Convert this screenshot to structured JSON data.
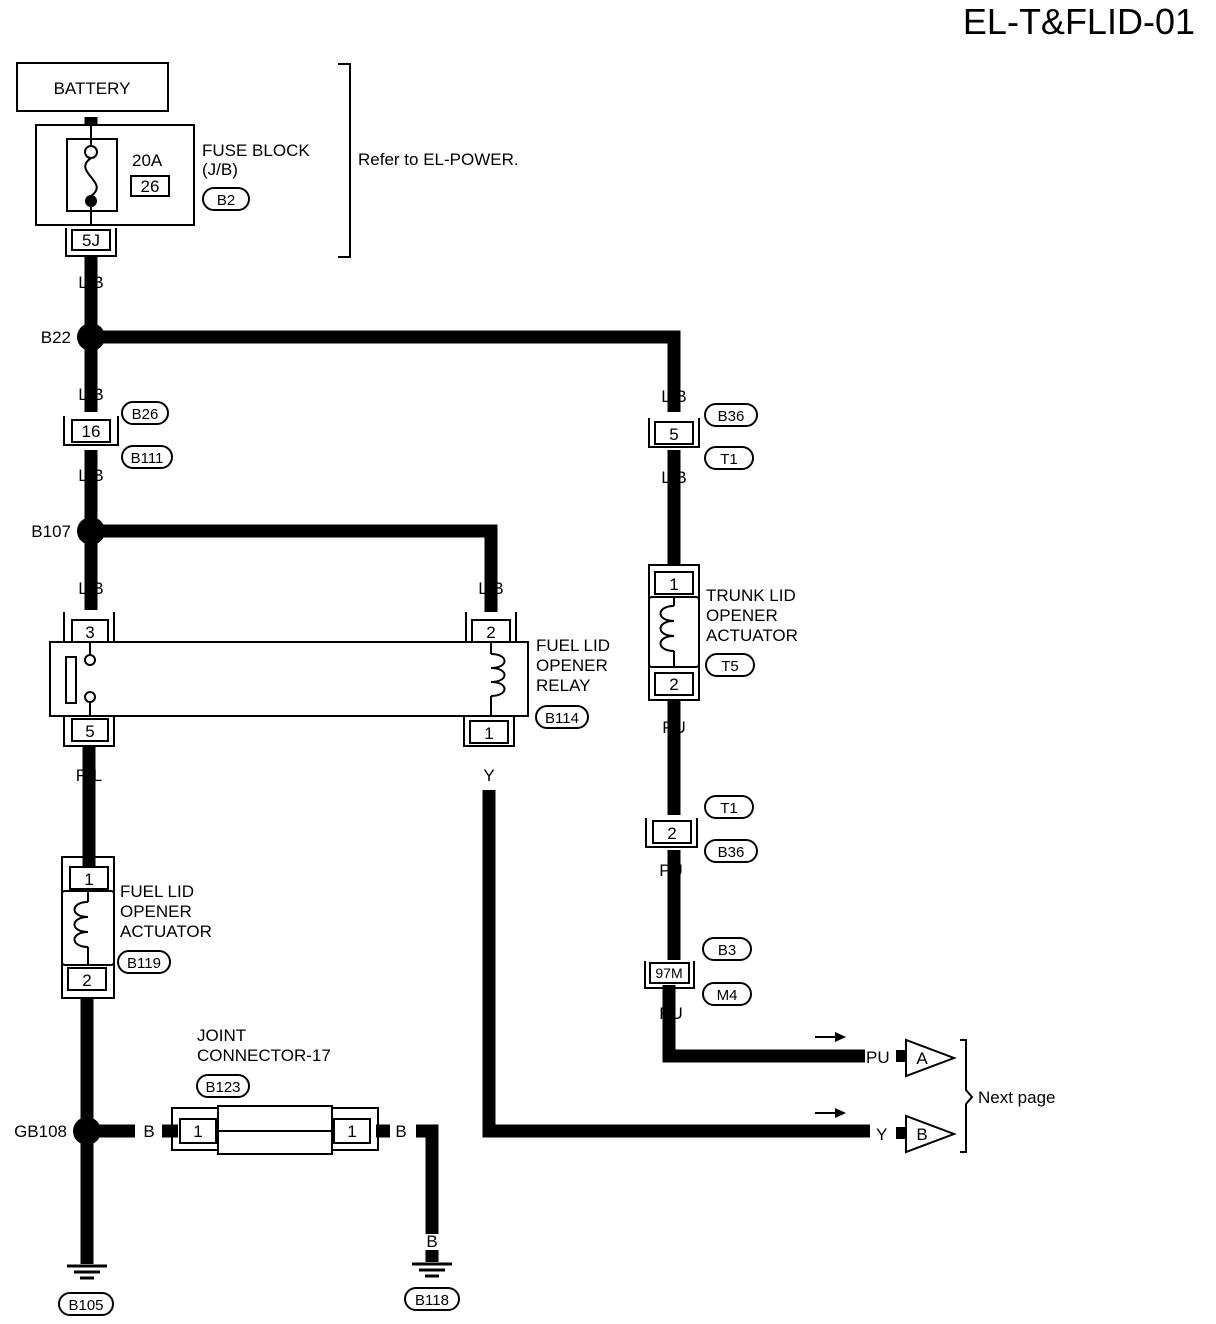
{
  "title": "EL-T&FLID-01",
  "battery": "BATTERY",
  "fuse_block": {
    "name_line1": "FUSE BLOCK",
    "name_line2": "(J/B)",
    "amp": "20A",
    "fuse_no": "26",
    "connector": "B2",
    "terminal": "5J"
  },
  "refer": "Refer to  EL-POWER.",
  "wire_colors": {
    "lb": "L/B",
    "rl": "R/L",
    "y": "Y",
    "pu": "PU",
    "b": "B"
  },
  "splices": {
    "b22": "B22",
    "b107": "B107",
    "gb108": "GB108"
  },
  "connectors": {
    "c16": {
      "pin": "16",
      "top": "B26",
      "bottom": "B111"
    },
    "c5": {
      "pin": "5",
      "top": "B36",
      "bottom": "T1"
    },
    "c2": {
      "pin": "2",
      "top": "T1",
      "bottom": "B36"
    },
    "c97": {
      "pin": "97M",
      "top": "B3",
      "bottom": "M4"
    }
  },
  "relay": {
    "line1": "FUEL LID",
    "line2": "OPENER",
    "line3": "RELAY",
    "connector": "B114",
    "pin3": "3",
    "pin5": "5",
    "pin2": "2",
    "pin1": "1"
  },
  "trunk_actuator": {
    "line1": "TRUNK LID",
    "line2": "OPENER",
    "line3": "ACTUATOR",
    "connector": "T5",
    "pin1": "1",
    "pin2": "2"
  },
  "fuel_actuator": {
    "line1": "FUEL LID",
    "line2": "OPENER",
    "line3": "ACTUATOR",
    "connector": "B119",
    "pin1": "1",
    "pin2": "2"
  },
  "joint": {
    "line1": "JOINT",
    "line2": "CONNECTOR-17",
    "connector": "B123",
    "pin_left": "1",
    "pin_right": "1"
  },
  "grounds": {
    "left": "B105",
    "right": "B118"
  },
  "next": {
    "a": "A",
    "b": "B",
    "label": "Next page"
  }
}
